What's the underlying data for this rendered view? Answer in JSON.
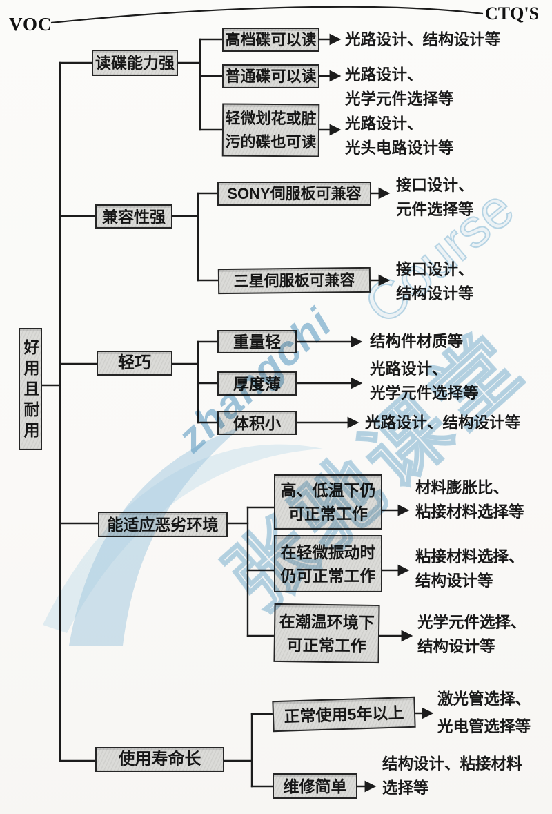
{
  "labels": {
    "voc": "VOC",
    "ctq": "CTQ'S"
  },
  "root": {
    "label": "好用且耐用"
  },
  "groups": [
    {
      "label": "读碟能力强",
      "children": [
        {
          "lines": [
            "高档碟可以读"
          ],
          "outputs": [
            "光路设计、结构设计等"
          ]
        },
        {
          "lines": [
            "普通碟可以读"
          ],
          "outputs": [
            "光路设计、",
            "光学元件选择等"
          ]
        },
        {
          "lines": [
            "轻微划花或脏",
            "污的碟也可读"
          ],
          "outputs": [
            "光路设计、",
            "光头电路设计等"
          ]
        }
      ]
    },
    {
      "label": "兼容性强",
      "children": [
        {
          "lines": [
            "SONY伺服板可兼容"
          ],
          "outputs": [
            "接口设计、",
            "元件选择等"
          ]
        },
        {
          "lines": [
            "三星伺服板可兼容"
          ],
          "outputs": [
            "接口设计、",
            "结构设计等"
          ]
        }
      ]
    },
    {
      "label": "轻巧",
      "children": [
        {
          "lines": [
            "重量轻"
          ],
          "outputs": [
            "结构件材质等"
          ]
        },
        {
          "lines": [
            "厚度薄"
          ],
          "outputs": [
            "光路设计、",
            "光学元件选择等"
          ]
        },
        {
          "lines": [
            "体积小"
          ],
          "outputs": [
            "光路设计、结构设计等"
          ]
        }
      ]
    },
    {
      "label": "能适应恶劣环境",
      "children": [
        {
          "lines": [
            "高、低温下仍",
            "可正常工作"
          ],
          "outputs": [
            "材料膨胀比、",
            "粘接材料选择等"
          ]
        },
        {
          "lines": [
            "在轻微振动时",
            "仍可正常工作"
          ],
          "outputs": [
            "粘接材料选择、",
            "结构设计等"
          ]
        },
        {
          "lines": [
            "在潮温环境下",
            "可正常工作"
          ],
          "outputs": [
            "光学元件选择、",
            "结构设计等"
          ]
        }
      ]
    },
    {
      "label": "使用寿命长",
      "children": [
        {
          "lines": [
            "正常使用5年以上"
          ],
          "outputs": [
            "激光管选择、",
            "光电管选择等"
          ]
        },
        {
          "lines": [
            "维修简单"
          ],
          "outputs": [
            "结构设计、粘接材料",
            "选择等"
          ]
        }
      ]
    }
  ],
  "watermark": {
    "word1": "zhangchi",
    "word2": "Course",
    "cjk": "张驰课堂"
  },
  "colors": {
    "paper": "#fafaf8",
    "line": "#1c1c1c",
    "box_fill": "#dbdbd8",
    "box_border": "#262626",
    "text": "#161616",
    "watermark_blue": "#7db4d8"
  }
}
